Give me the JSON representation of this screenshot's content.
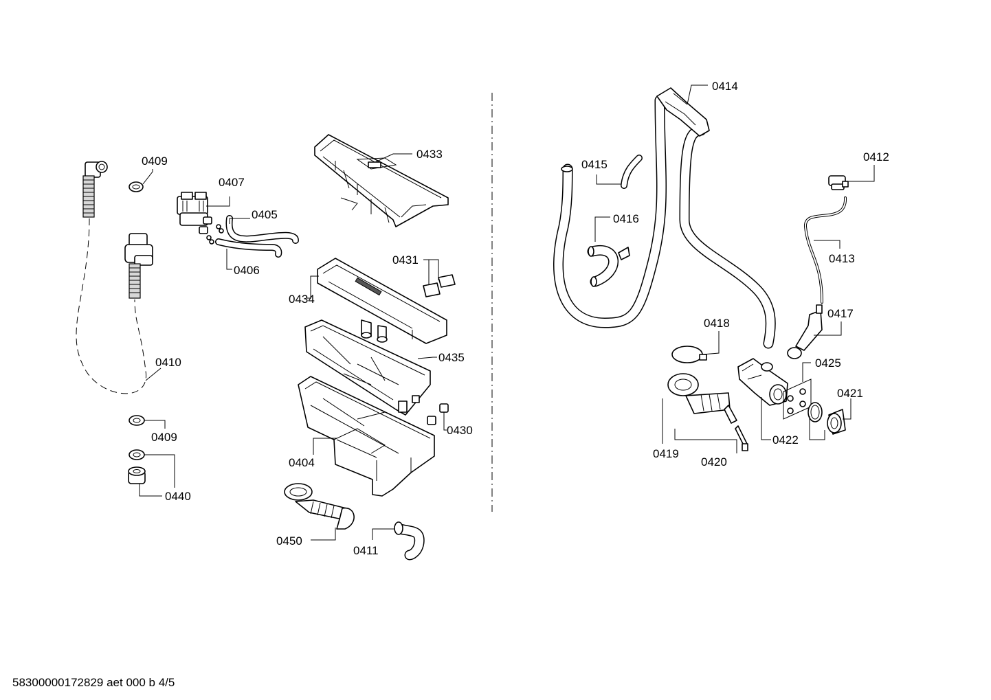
{
  "labels": {
    "l0409a": "0409",
    "l0407": "0407",
    "l0405": "0405",
    "l0406": "0406",
    "l0433": "0433",
    "l0431": "0431",
    "l0434": "0434",
    "l0435": "0435",
    "l0430": "0430",
    "l0404": "0404",
    "l0410": "0410",
    "l0409b": "0409",
    "l0440": "0440",
    "l0450": "0450",
    "l0411": "0411",
    "l0414": "0414",
    "l0415": "0415",
    "l0416": "0416",
    "l0412": "0412",
    "l0413": "0413",
    "l0417": "0417",
    "l0418": "0418",
    "l0425": "0425",
    "l0421": "0421",
    "l0419": "0419",
    "l0420": "0420",
    "l0422": "0422"
  },
  "footer": {
    "document_id": "58300000172829 aet 000 b 4/5"
  }
}
